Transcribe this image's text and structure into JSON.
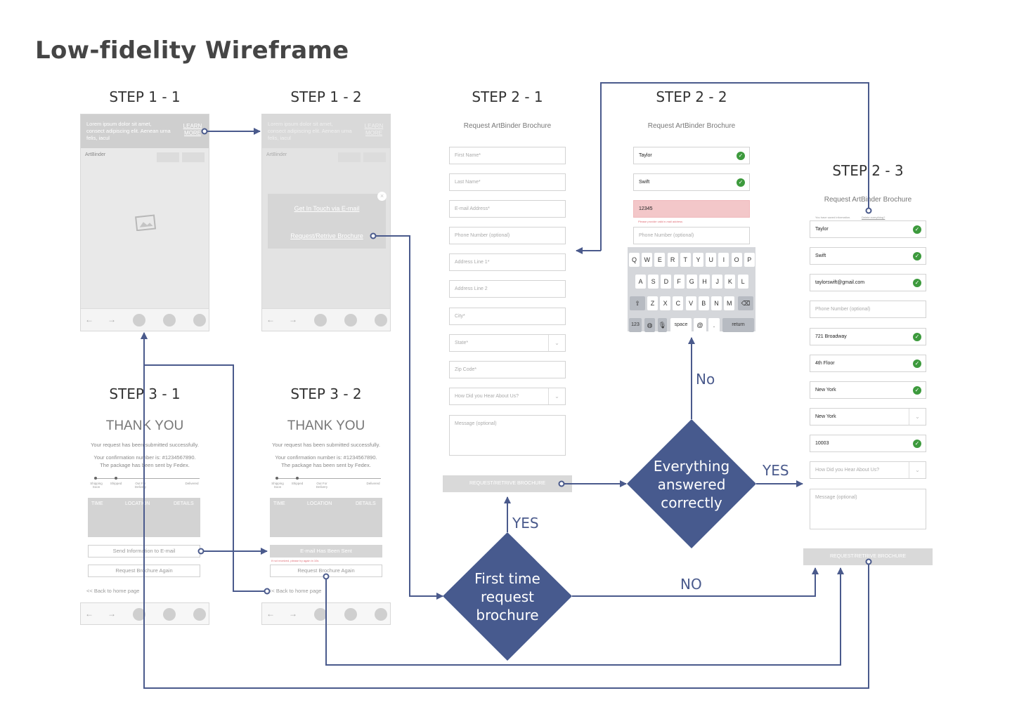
{
  "title": "Low-fidelity Wireframe",
  "steps": {
    "s11": "STEP 1 - 1",
    "s12": "STEP 1 - 2",
    "s21": "STEP 2 - 1",
    "s22": "STEP 2 - 2",
    "s23": "STEP 2 - 3",
    "s31": "STEP 3 - 1",
    "s32": "STEP 3 - 2"
  },
  "home": {
    "banner_text": "Lorem ipsum dolor sit amet, consect adipiscing elit. Aenean urna felis, iacul",
    "learn_more": "LEARN MORE",
    "brand": "ArtBinder"
  },
  "modal": {
    "email_link": "Get In Touch via E-mail",
    "brochure_link": "Request/Retrive Brochure",
    "close": "×"
  },
  "form": {
    "title": "Request ArtBinder Brochure",
    "first_name": "First Name*",
    "last_name": "Last Name*",
    "email": "E-mail Address*",
    "phone": "Phone Number (optional)",
    "address1": "Address Line 1*",
    "address2": "Address Line 2",
    "city": "City*",
    "state": "State*",
    "zip": "Zip Code*",
    "hear": "How Did you Hear About Us?",
    "message": "Message (optional)",
    "submit": "REQUEST/RETRIVE BROCHURE"
  },
  "form22": {
    "first": "Taylor",
    "last": "Swift",
    "email": "12345",
    "email_error": "Please provide valid e-mail address",
    "phone": "Phone Number (optional)"
  },
  "keyboard": {
    "row1": [
      "Q",
      "W",
      "E",
      "R",
      "T",
      "Y",
      "U",
      "I",
      "O",
      "P"
    ],
    "row2": [
      "A",
      "S",
      "D",
      "F",
      "G",
      "H",
      "J",
      "K",
      "L"
    ],
    "row3": [
      "Z",
      "X",
      "C",
      "V",
      "B",
      "N",
      "M"
    ],
    "shift": "⇧",
    "delete": "⌫",
    "num": "123",
    "globe": "◍",
    "mic": "🎙",
    "space": "space",
    "at": "@",
    "dot": ".",
    "return": "return"
  },
  "form23": {
    "saved_note": "You have saved information.",
    "delete_link": "Delete everything?",
    "first": "Taylor",
    "last": "Swift",
    "email": "taylorswift@gmail.com",
    "phone": "Phone Number (optional)",
    "address1": "721 Broadway",
    "address2": "4th Floor",
    "city": "New York",
    "state": "New York",
    "zip": "10003",
    "hear": "How Did you Hear About Us?",
    "message": "Message (optional)",
    "submit": "REQUEST/RETRIVE BROCHURE"
  },
  "thankyou": {
    "title": "THANK YOU",
    "line1": "Your request has been submitted successfully.",
    "line2": "Your confirmation number is: #1234567890.",
    "line3": "The package has been sent by Fedex.",
    "p_shipping": "Shipping Soon",
    "p_shipped": "Shipped",
    "p_out": "Out For Delivery",
    "p_delivered": "Delivered",
    "col_time": "TIME",
    "col_location": "LOCATION",
    "col_details": "DETAILS",
    "send_email": "Send Information to E-mail",
    "email_sent": "E-mail Has Been Sent",
    "not_received": "If not received, please try again in 10s",
    "request_again": "Request Brochure Again",
    "back": "<< Back to home page"
  },
  "toolbar": {
    "back": "←",
    "forward": "→"
  },
  "flow": {
    "d1": [
      "First time",
      "request",
      "brochure"
    ],
    "d2": [
      "Everything",
      "answered",
      "correctly"
    ],
    "yes_upper": "YES",
    "yes_right": "YES",
    "no_upper": "No",
    "no_lower": "NO"
  },
  "colors": {
    "flow": "#4a5a8c",
    "diamond": "#475a8e",
    "check": "#3d9a3d",
    "error": "#f3c7c9"
  }
}
